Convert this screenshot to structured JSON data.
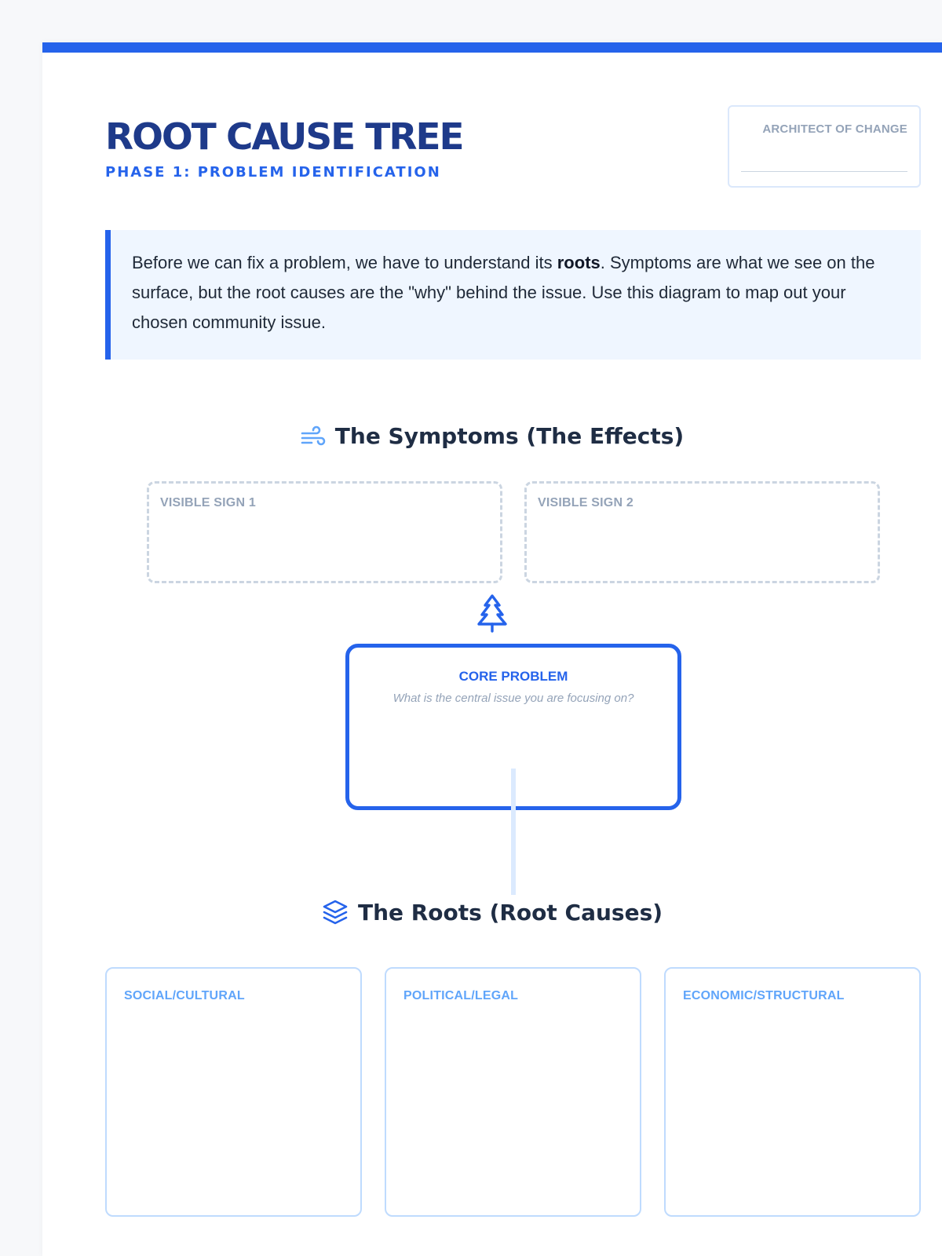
{
  "header": {
    "title": "ROOT CAUSE TREE",
    "subtitle": "PHASE 1: PROBLEM IDENTIFICATION",
    "architect_label": "ARCHITECT OF CHANGE"
  },
  "intro": {
    "text_before": "Before we can fix a problem, we have to understand its ",
    "bold_word": "roots",
    "text_after": ". Symptoms are what we see on the surface, but the root causes are the \"why\" behind the issue. Use this diagram to map out your chosen community issue."
  },
  "symptoms": {
    "heading": "The Symptoms (The Effects)",
    "icon": "wind-icon",
    "signs": [
      {
        "label": "VISIBLE SIGN 1"
      },
      {
        "label": "VISIBLE SIGN 2"
      }
    ]
  },
  "core": {
    "icon": "tree-icon",
    "label": "CORE PROBLEM",
    "hint": "What is the central issue you are focusing on?"
  },
  "roots": {
    "heading": "The Roots (Root Causes)",
    "icon": "layers-icon",
    "categories": [
      {
        "label": "SOCIAL/CULTURAL"
      },
      {
        "label": "POLITICAL/LEGAL"
      },
      {
        "label": "ECONOMIC/STRUCTURAL"
      }
    ]
  },
  "colors": {
    "accent": "#2563eb",
    "title": "#1e3a8a",
    "muted": "#94a3b8",
    "intro_bg": "#eff6ff"
  }
}
